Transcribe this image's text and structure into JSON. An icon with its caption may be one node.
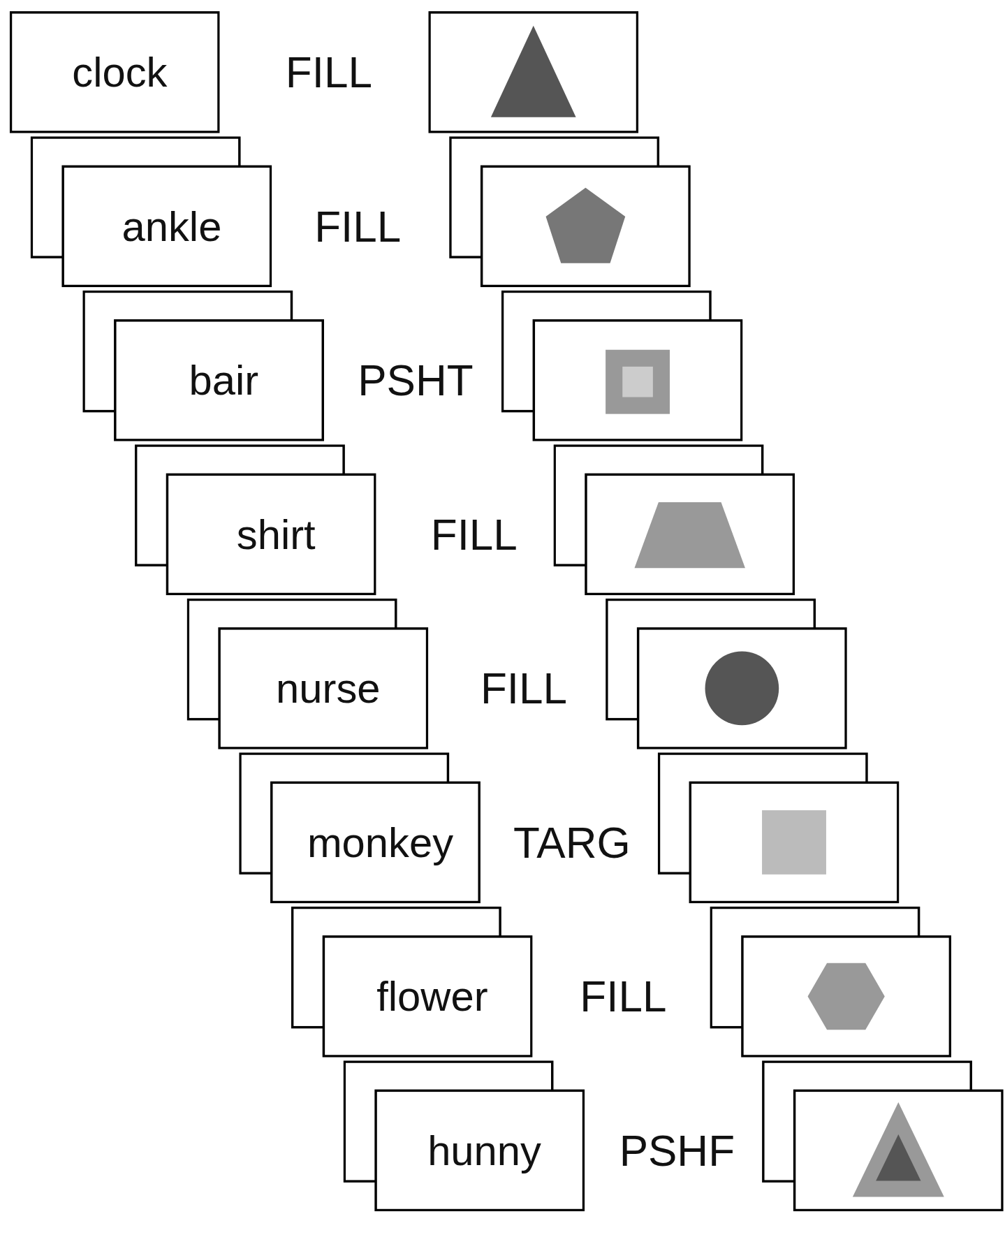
{
  "diagram": {
    "nodes": [
      {
        "text": [
          "clock"
        ]
      },
      {
        "text": [
          "ankle"
        ]
      },
      {
        "text": [
          "bair"
        ]
      },
      {
        "text": [
          "shirt"
        ]
      },
      {
        "text": [
          "nurse"
        ]
      },
      {
        "text": [
          "monkey"
        ]
      },
      {
        "text": [
          "flower"
        ]
      },
      {
        "text": [
          "hunny"
        ]
      },
      {
        "text": [],
        "shape": "picture"
      },
      {
        "text": [],
        "shape": "picture"
      },
      {
        "text": [],
        "shape": "picture"
      },
      {
        "text": [],
        "shape": "picture"
      },
      {
        "text": [],
        "shape": "picture"
      },
      {
        "text": [],
        "shape": "picture"
      },
      {
        "text": [],
        "shape": "picture"
      },
      {
        "text": [],
        "shape": "picture"
      }
    ],
    "labels": [
      "FILL",
      "FILL",
      "PSHT",
      "FILL",
      "FILL",
      "TARG",
      "FILL",
      "PSHF"
    ]
  }
}
